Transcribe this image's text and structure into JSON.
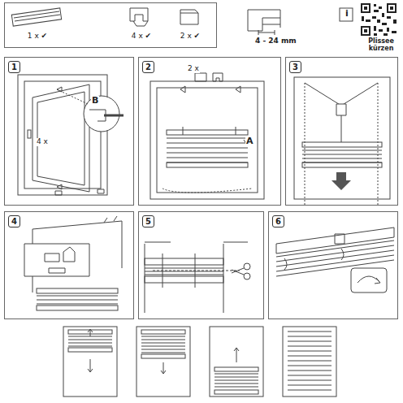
{
  "diagram": {
    "nodes": [
      {
        "text": [
          "1 x ✔",
          "4 x ✔",
          "2 x ✔"
        ]
      },
      {
        "text": [
          "1"
        ]
      },
      {
        "text": [
          "2"
        ]
      },
      {
        "text": [
          "3"
        ]
      },
      {
        "text": [
          "4"
        ]
      },
      {
        "text": [
          "5"
        ]
      },
      {
        "text": [
          "6"
        ]
      }
    ],
    "labels": [
      "4 - 24 mm",
      "i",
      "Plissee kürzen",
      "B",
      "4 x",
      "2 x",
      "A"
    ]
  }
}
